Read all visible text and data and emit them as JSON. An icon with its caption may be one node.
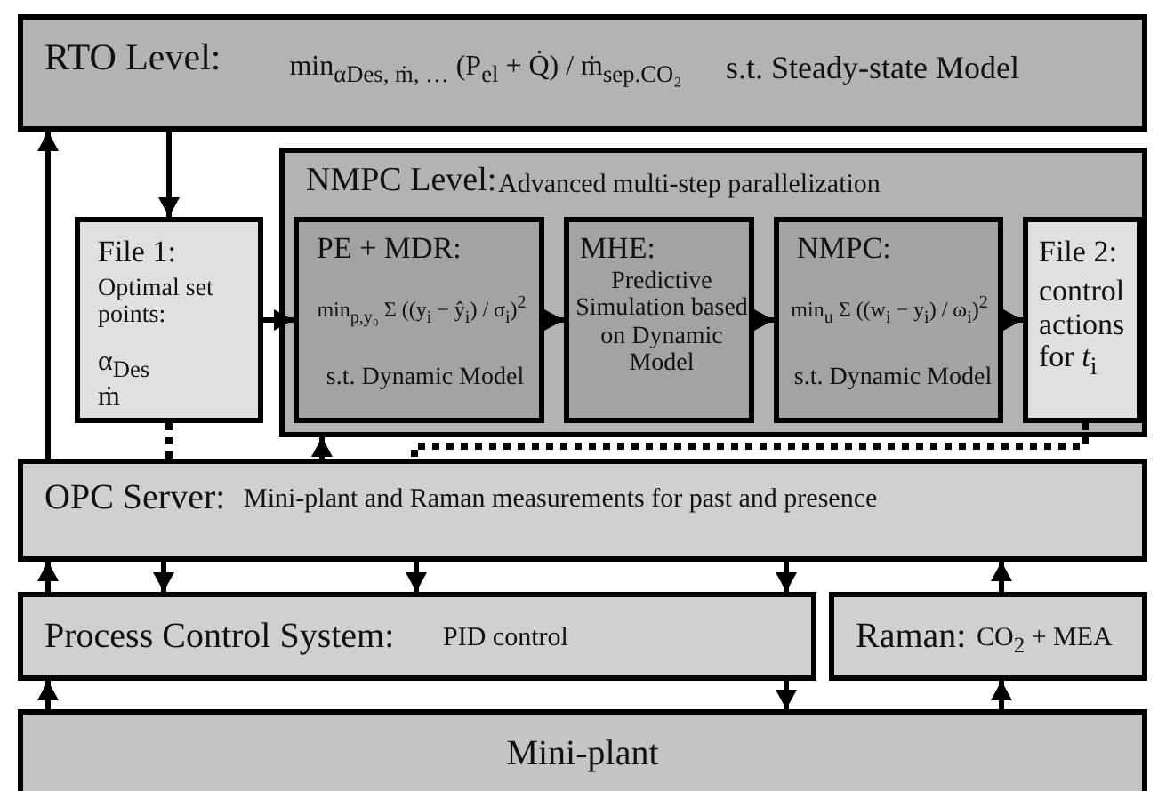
{
  "diagram": {
    "nodes": [
      {
        "text": [
          "RTO Level:",
          "min$_{αDes, ṁ, …}$ (P$_{el}$ + Q̇) / ṁ$_{sep.CO₂}$",
          "s.t. Steady-state Model"
        ]
      },
      {
        "text": [
          "NMPC Level:",
          "Advanced multi-step parallelization"
        ]
      },
      {
        "text": [
          "File 1:",
          "Optimal set points:",
          "α$_{Des}$",
          "ṁ"
        ]
      },
      {
        "text": [
          "PE + MDR:",
          "min$_{p,y₀}$ Σ ((y$_{i}$ − ŷ$_{i}$) / σ$_{i}$)$^{2}$",
          "s.t. Dynamic Model"
        ],
        "in": 1
      },
      {
        "text": [
          "MHE:",
          "Predictive Simulation based on Dynamic Model"
        ],
        "in": 1
      },
      {
        "text": [
          "NMPC:",
          "min$_{u}$ Σ ((w$_{i}$ − y$_{i}$) / ω$_{i}$)$^{2}$",
          "s.t. Dynamic Model"
        ],
        "in": 1
      },
      {
        "text": [
          "File 2:",
          "control actions for *t*$_{i}$"
        ],
        "in": 1
      },
      {
        "text": [
          "OPC Server:",
          "Mini-plant and Raman  measurements for past and presence"
        ]
      },
      {
        "text": [
          "Process Control System:",
          "PID control"
        ]
      },
      {
        "text": [
          "Raman:",
          "CO$_{2}$ + MEA"
        ]
      },
      {
        "text": [
          "Mini-plant"
        ]
      }
    ],
    "edges": [
      {
        "from": 7,
        "to": 0,
        "arrow": "to"
      },
      {
        "from": 0,
        "to": 2,
        "arrow": "to"
      },
      {
        "from": 2,
        "to": 3,
        "arrow": "to"
      },
      {
        "from": 3,
        "to": 4,
        "arrow": "to"
      },
      {
        "from": 4,
        "to": 5,
        "arrow": "to"
      },
      {
        "from": 5,
        "to": 6,
        "arrow": "to"
      },
      {
        "from": 2,
        "to": 7,
        "arrow": "none",
        "style": "dashed"
      },
      {
        "from": 7,
        "to": 1,
        "arrow": "to"
      },
      {
        "from": 6,
        "to": 7,
        "arrow": "none",
        "style": "dashed"
      },
      {
        "from": 8,
        "to": 7,
        "arrow": "to"
      },
      {
        "from": 7,
        "to": 8,
        "arrow": "to"
      },
      {
        "from": 7,
        "to": 8,
        "arrow": "to"
      },
      {
        "from": 7,
        "to": 8,
        "arrow": "to"
      },
      {
        "from": 9,
        "to": 7,
        "arrow": "to"
      },
      {
        "from": 10,
        "to": 8,
        "arrow": "to"
      },
      {
        "from": 8,
        "to": 10,
        "arrow": "to"
      },
      {
        "from": 10,
        "to": 9,
        "arrow": "to"
      }
    ]
  }
}
